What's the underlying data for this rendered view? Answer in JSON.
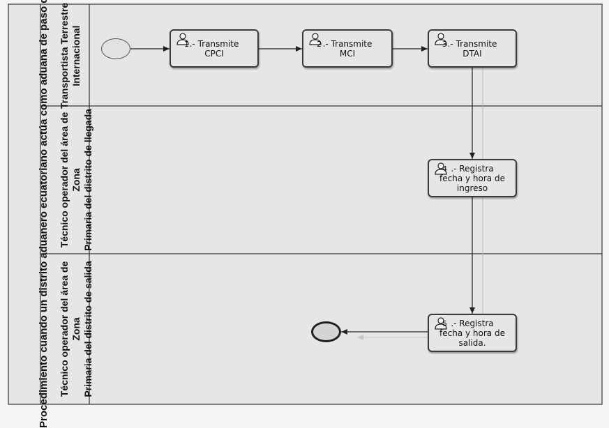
{
  "pool": {
    "title": "Procedimiento cuando un distrito aduanero ecuatoriano actúa como aduana de paso de frontera"
  },
  "lanes": [
    {
      "line1": "Transportista Terrestre",
      "line2": "Internacional"
    },
    {
      "line1": "Técnico operador del área de Zona",
      "line2": "Primaria del distrito de llegada"
    },
    {
      "line1": "Técnico operador del área de Zona",
      "line2": "Primaria del distrito de salida"
    }
  ],
  "tasks": [
    {
      "number": "1",
      "text": ".- Transmite\nCPCI",
      "icon": "user-icon"
    },
    {
      "number": "2",
      "text": ".- Transmite\nMCI",
      "icon": "user-icon"
    },
    {
      "number": "3",
      "text": ".- Transmite\nDTAI",
      "icon": "user-icon"
    },
    {
      "number": "4",
      "text": ".- Registra\nfecha y hora de\ningreso",
      "icon": "user-icon"
    },
    {
      "number": "5",
      "text": ".- Registra\nfecha y hora de\nsalida.",
      "icon": "user-icon"
    }
  ],
  "events": {
    "start": "start-event",
    "end": "end-event"
  },
  "colors": {
    "background": "#e6e6e6",
    "task_fill": "#e6e6e6",
    "task_border": "#3a3a3a",
    "line": "#222222"
  }
}
